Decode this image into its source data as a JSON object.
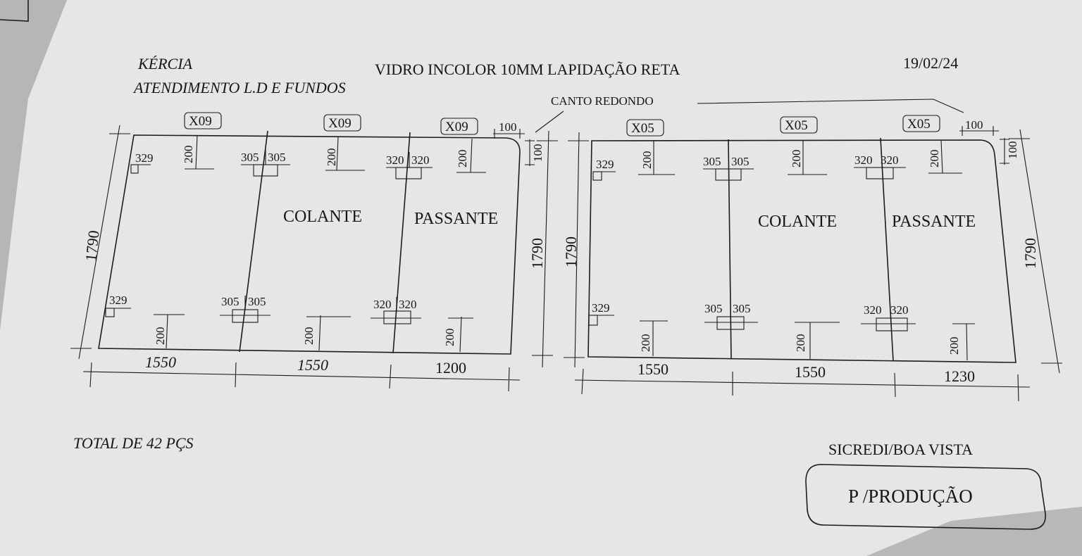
{
  "header": {
    "client": "KÉRCIA",
    "service": "ATENDIMENTO L.D E FUNDOS",
    "product": "VIDRO INCOLOR 10MM LAPIDAÇÃO RETA",
    "date": "19/02/24"
  },
  "note": {
    "rounded_corner": "CANTO REDONDO"
  },
  "panel_a": {
    "qty_tags": [
      "X09",
      "X09",
      "X09"
    ],
    "corner_radius_h": "100",
    "corner_radius_v": "100",
    "height_left": "1790",
    "height_right": "1790",
    "widths": [
      "1550",
      "1550",
      "1200"
    ],
    "label_colante": "COLANTE",
    "label_passante": "PASSANTE",
    "hole_offsets_top": [
      "200",
      "200",
      "200"
    ],
    "hole_offsets_bottom": [
      "200",
      "200",
      "200"
    ],
    "holes_top": [
      "329",
      "305",
      "305",
      "320",
      "320"
    ],
    "holes_bottom": [
      "329",
      "305",
      "305",
      "320",
      "320"
    ]
  },
  "panel_b": {
    "qty_tags": [
      "X05",
      "X05",
      "X05"
    ],
    "corner_radius_h": "100",
    "corner_radius_v": "100",
    "height_left": "1790",
    "height_right": "1790",
    "widths": [
      "1550",
      "1550",
      "1230"
    ],
    "label_colante": "COLANTE",
    "label_passante": "PASSANTE",
    "hole_offsets_top": [
      "200",
      "200",
      "200"
    ],
    "hole_offsets_bottom": [
      "200",
      "200",
      "200"
    ],
    "holes_top": [
      "329",
      "305",
      "305",
      "320",
      "320"
    ],
    "holes_bottom": [
      "329",
      "305",
      "305",
      "320",
      "320"
    ]
  },
  "footer": {
    "total": "TOTAL DE 42 PÇS",
    "destination": "SICREDI/BOA VISTA",
    "stamp": "P /PRODUÇÃO"
  }
}
